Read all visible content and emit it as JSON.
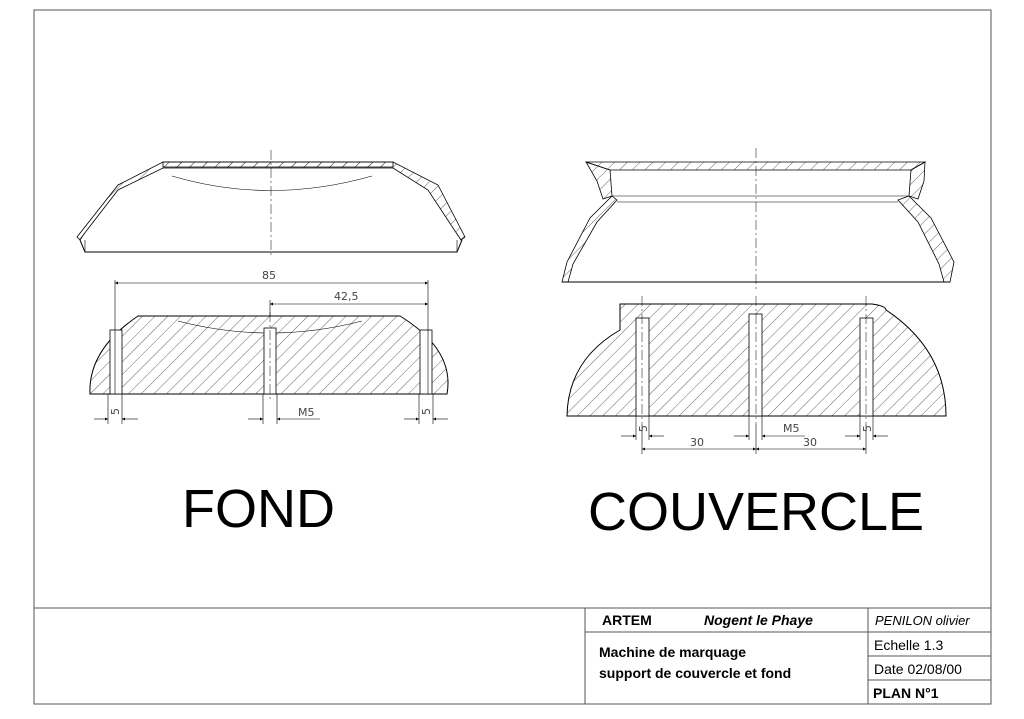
{
  "views": {
    "fond": {
      "title": "FOND",
      "dims": {
        "overall": "85",
        "half": "42,5",
        "left_offset": "5",
        "right_offset": "5",
        "thread": "M5"
      }
    },
    "couvercle": {
      "title": "COUVERCLE",
      "dims": {
        "left_offset": "5",
        "spacing_1": "30",
        "spacing_2": "30",
        "right_offset": "5",
        "thread": "M5"
      }
    }
  },
  "title_block": {
    "company": "ARTEM",
    "location": "Nogent le Phaye",
    "author": "PENILON olivier",
    "description_line1": "Machine de marquage",
    "description_line2": "support de couvercle et fond",
    "scale": "Echelle 1.3",
    "date": "Date 02/08/00",
    "plan": "PLAN  N°1"
  }
}
